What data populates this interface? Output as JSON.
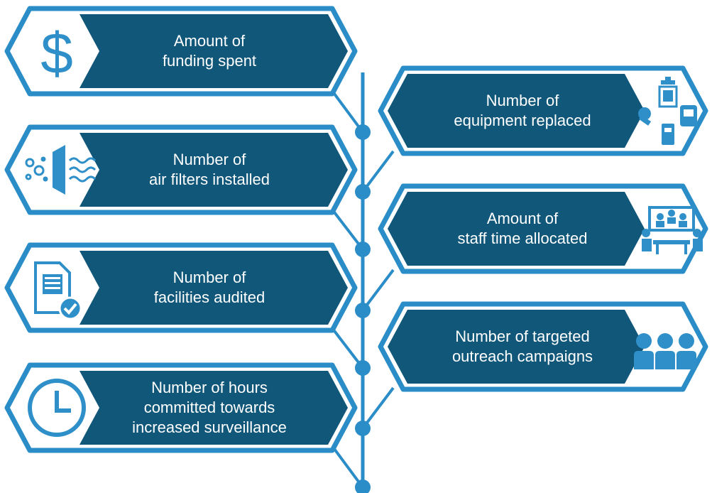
{
  "colors": {
    "dark_blue": "#10577a",
    "accent_blue": "#2a8dc7",
    "icon_blue": "#2f8fc9",
    "background": "#ffffff"
  },
  "left_items": [
    {
      "line1": "Amount of",
      "line2": "funding spent",
      "icon": "dollar-icon"
    },
    {
      "line1": "Number of",
      "line2": "air filters installed",
      "icon": "air-filter-icon"
    },
    {
      "line1": "Number of",
      "line2": "facilities audited",
      "icon": "document-check-icon"
    },
    {
      "line1": "Number of hours",
      "line2": "committed towards",
      "line3": "increased surveillance",
      "icon": "clock-icon"
    }
  ],
  "right_items": [
    {
      "line1": "Number of",
      "line2": "equipment replaced",
      "icon": "equipment-icon"
    },
    {
      "line1": "Amount of",
      "line2": "staff time allocated",
      "icon": "meeting-icon"
    },
    {
      "line1": "Number of targeted",
      "line2": "outreach campaigns",
      "icon": "people-group-icon"
    }
  ]
}
